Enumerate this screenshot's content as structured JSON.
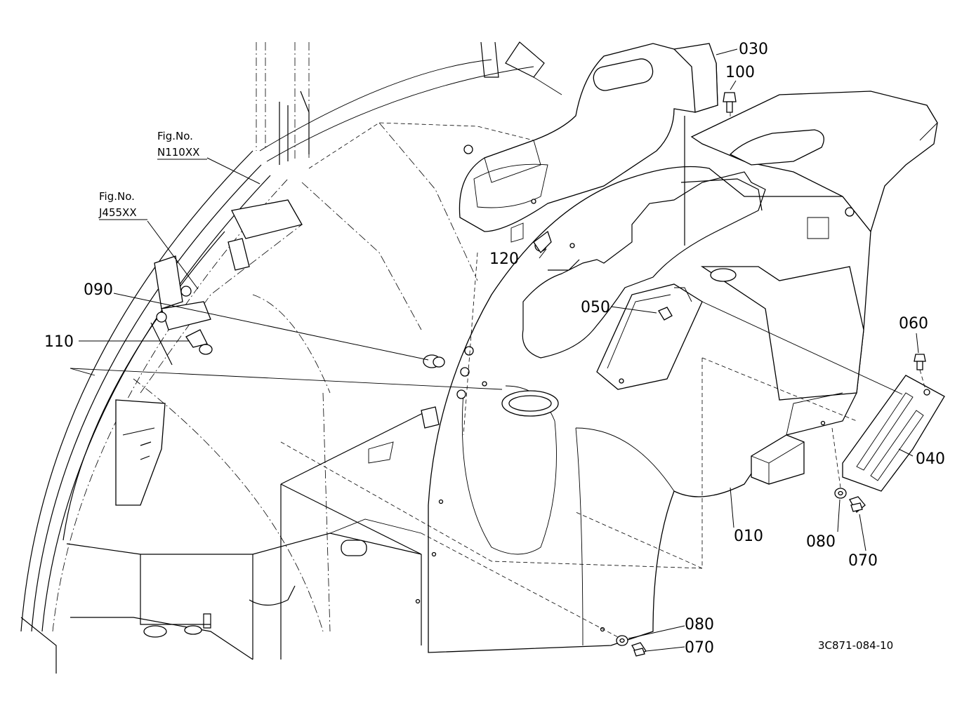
{
  "callouts": [
    {
      "id": "030",
      "label": "030"
    },
    {
      "id": "100",
      "label": "100"
    },
    {
      "id": "120",
      "label": "120"
    },
    {
      "id": "090",
      "label": "090"
    },
    {
      "id": "110",
      "label": "110"
    },
    {
      "id": "050",
      "label": "050"
    },
    {
      "id": "060",
      "label": "060"
    },
    {
      "id": "040",
      "label": "040"
    },
    {
      "id": "010",
      "label": "010"
    },
    {
      "id": "080a",
      "label": "080"
    },
    {
      "id": "070a",
      "label": "070"
    },
    {
      "id": "080b",
      "label": "080"
    },
    {
      "id": "070b",
      "label": "070"
    }
  ],
  "figure_refs": [
    {
      "line1": "Fig.No.",
      "line2": "N110XX"
    },
    {
      "line1": "Fig.No.",
      "line2": "J455XX"
    }
  ],
  "drawing_number": "3C871-084-10",
  "colors": {
    "line": "#000000",
    "background": "#ffffff"
  }
}
